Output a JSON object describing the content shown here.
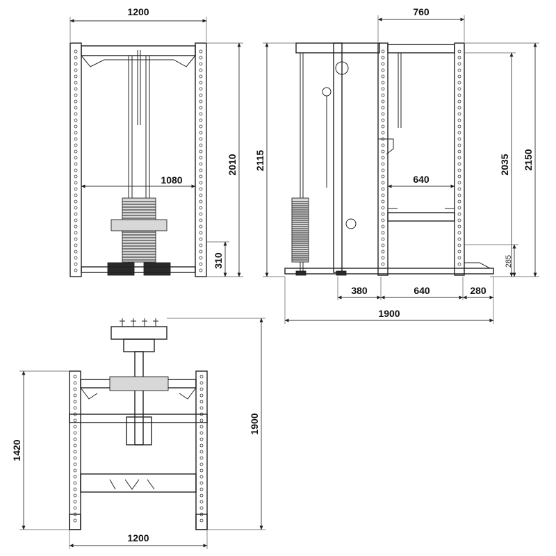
{
  "front_view": {
    "width_outer": "1200",
    "width_inner": "1080",
    "height_total": "2010",
    "height_low": "310"
  },
  "side_view": {
    "depth_top": "760",
    "height_left": "2115",
    "height_inner": "2035",
    "height_outer": "2150",
    "inner_width": "640",
    "lower_height": "285",
    "base_left": "380",
    "base_mid": "640",
    "base_right": "280",
    "total_length": "1900"
  },
  "top_view": {
    "depth": "1420",
    "length": "1900",
    "width": "1200"
  }
}
